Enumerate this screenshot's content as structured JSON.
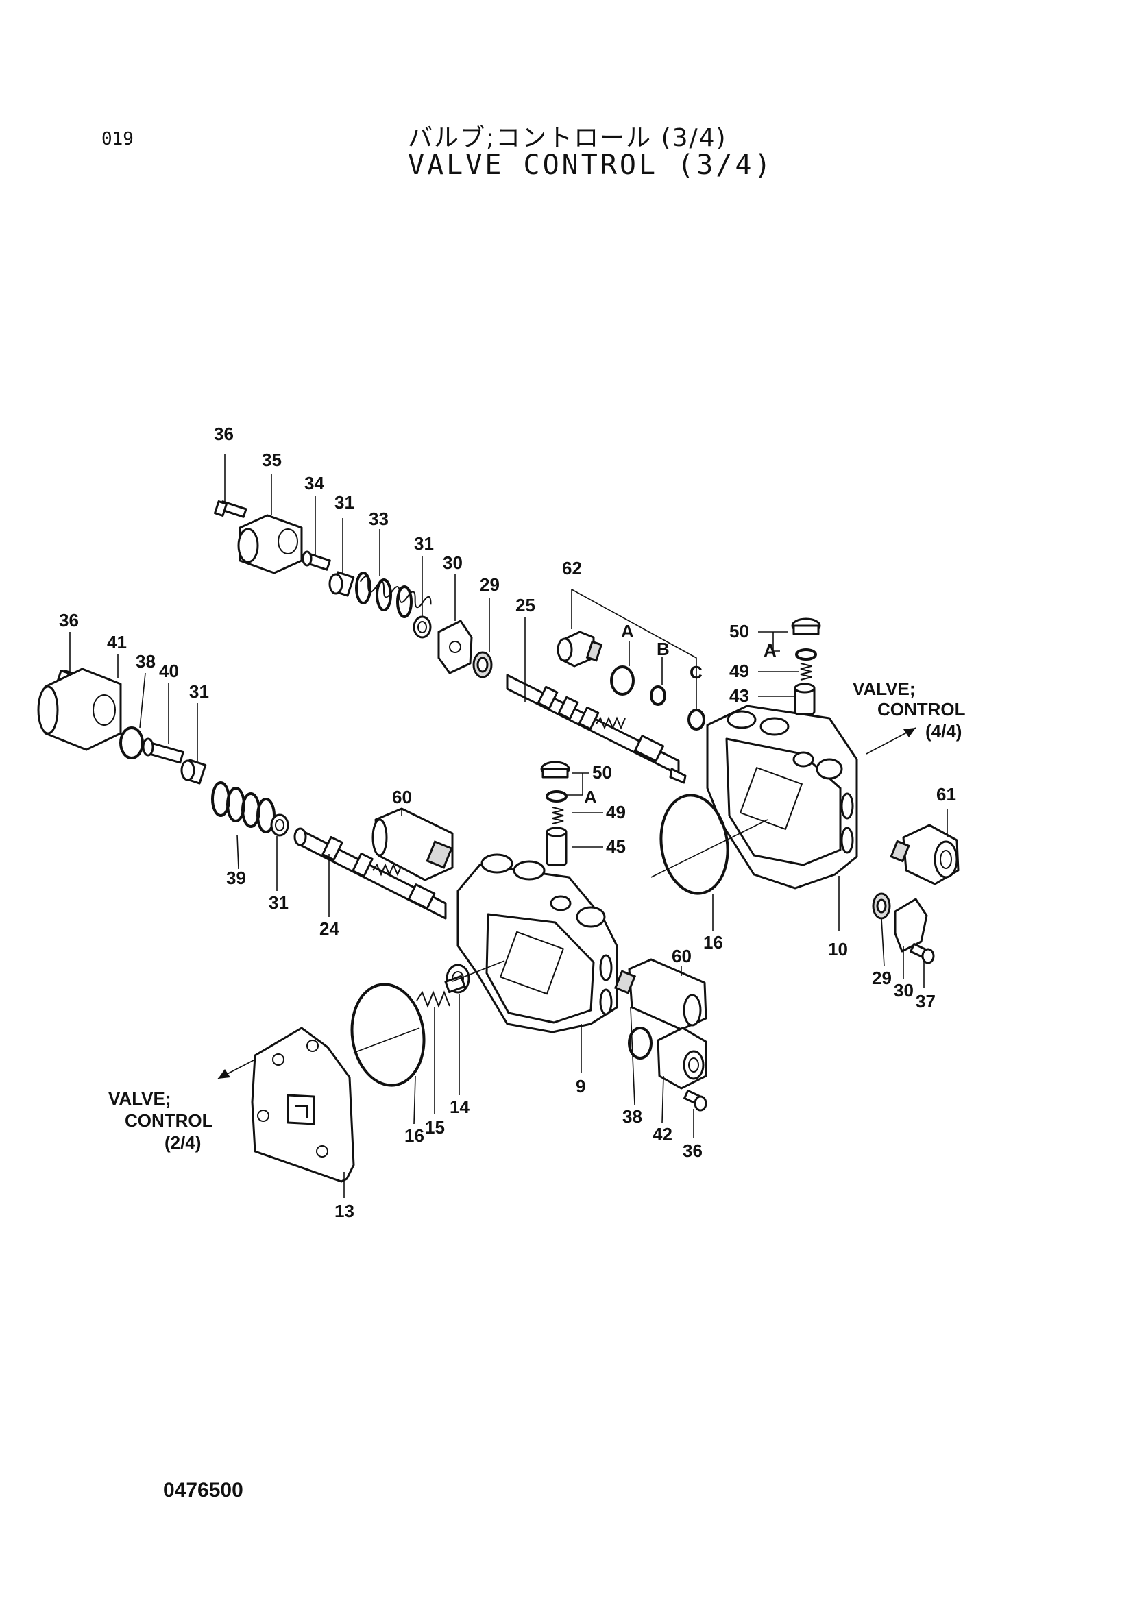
{
  "header": {
    "page_code": "019",
    "title_jp": "バルブ;コントロール (3/4)",
    "title_en": "VALVE CONTROL (3/4)"
  },
  "footer": {
    "drawing_number": "0476500"
  },
  "callouts": {
    "c36a": "36",
    "c35": "35",
    "c34": "34",
    "c31a": "31",
    "c33": "33",
    "c31b": "31",
    "c30a": "30",
    "c29a": "29",
    "c25": "25",
    "c62": "62",
    "cA1": "A",
    "cB1": "B",
    "cC1": "C",
    "c50a": "50",
    "cA2": "A",
    "c49a": "49",
    "c43": "43",
    "c61": "61",
    "c16a": "16",
    "c10": "10",
    "c29b": "29",
    "c30b": "30",
    "c37": "37",
    "c36b": "36",
    "c41": "41",
    "c38a": "38",
    "c40": "40",
    "c31c": "31",
    "c39": "39",
    "c31d": "31",
    "c24": "24",
    "c60a": "60",
    "c50b": "50",
    "cA3": "A",
    "c49b": "49",
    "c45": "45",
    "c60b": "60",
    "c9": "9",
    "c38b": "38",
    "c42": "42",
    "c36c": "36",
    "c16b": "16",
    "c15": "15",
    "c14": "14",
    "c13": "13"
  },
  "references": {
    "right_line1": "VALVE;",
    "right_line2": "CONTROL",
    "right_line3": "(4/4)",
    "left_line1": "VALVE;",
    "left_line2": "CONTROL",
    "left_line3": "(2/4)"
  }
}
